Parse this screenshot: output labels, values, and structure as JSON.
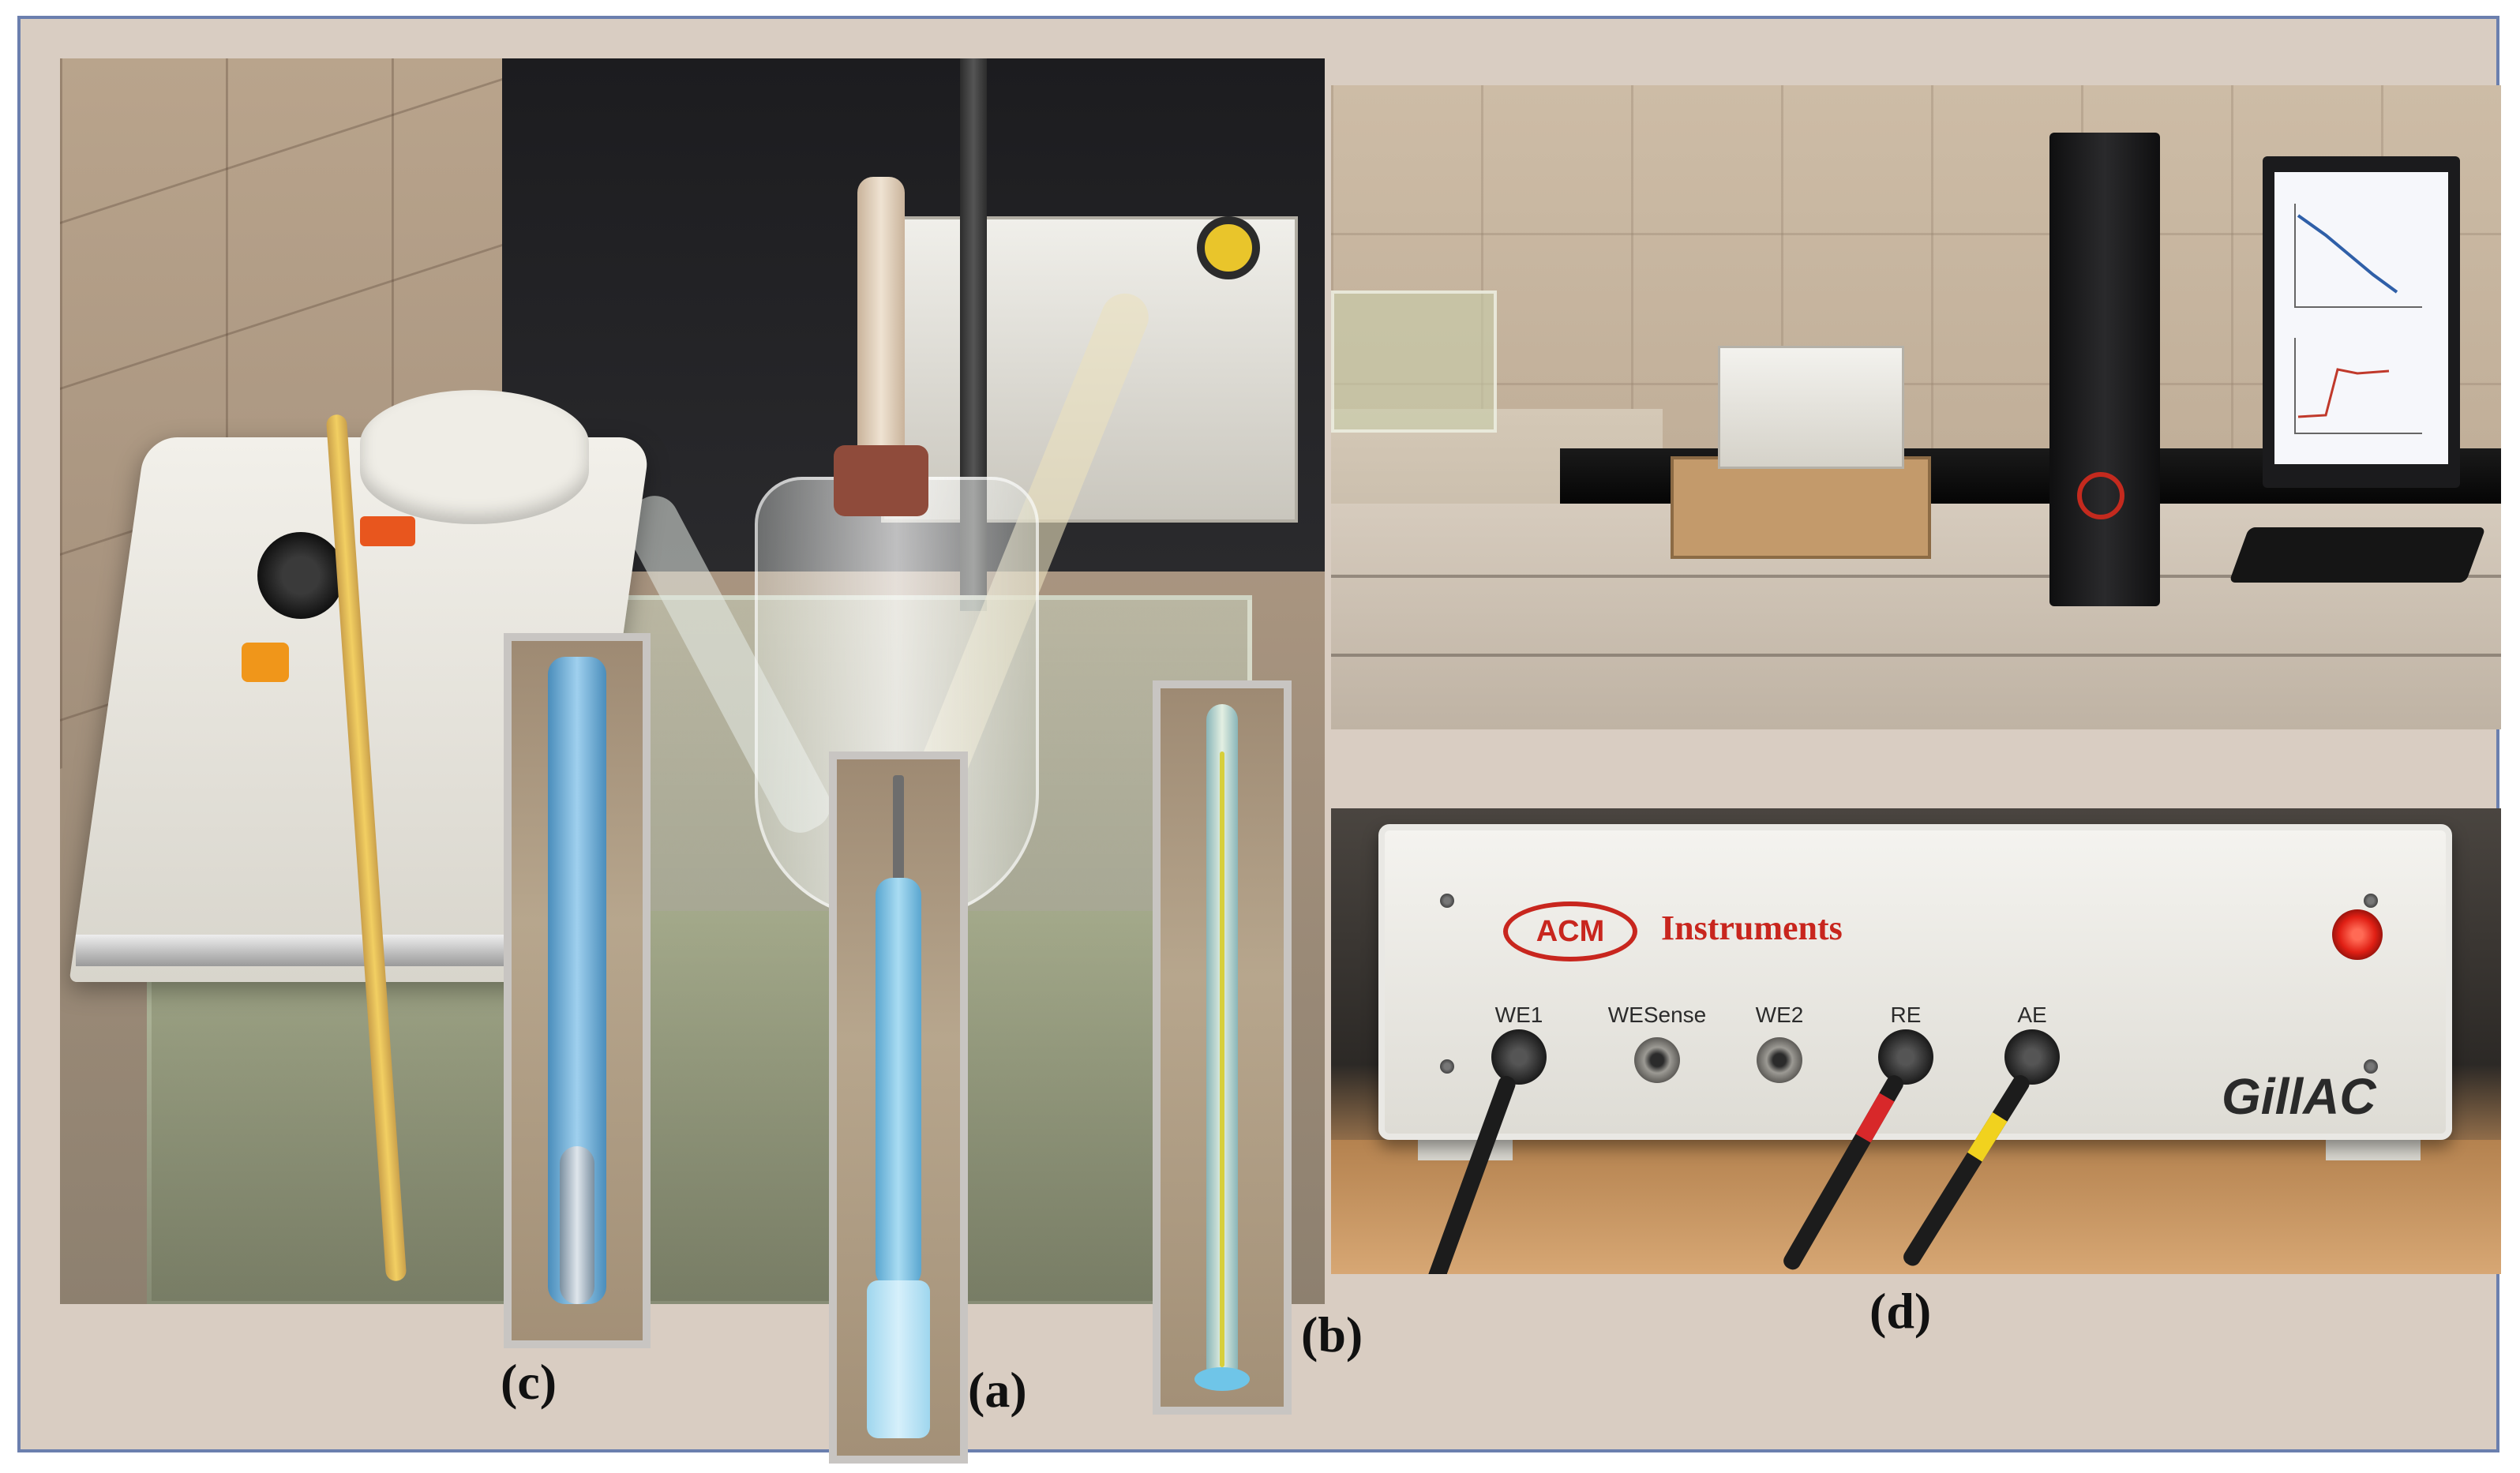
{
  "labels": {
    "a": "(a)",
    "b": "(b)",
    "c": "(c)",
    "d": "(d)"
  },
  "instrument": {
    "logo": "ACM",
    "brand": "Instruments",
    "model": "GillAC",
    "ports": [
      "WE1",
      "WESense",
      "WE2",
      "RE",
      "AE"
    ]
  },
  "colors": {
    "frame_border": "#6b7fae",
    "frame_background": "#d9cdc2",
    "brand_red": "#c8261e",
    "led_red": "#e01f14"
  }
}
